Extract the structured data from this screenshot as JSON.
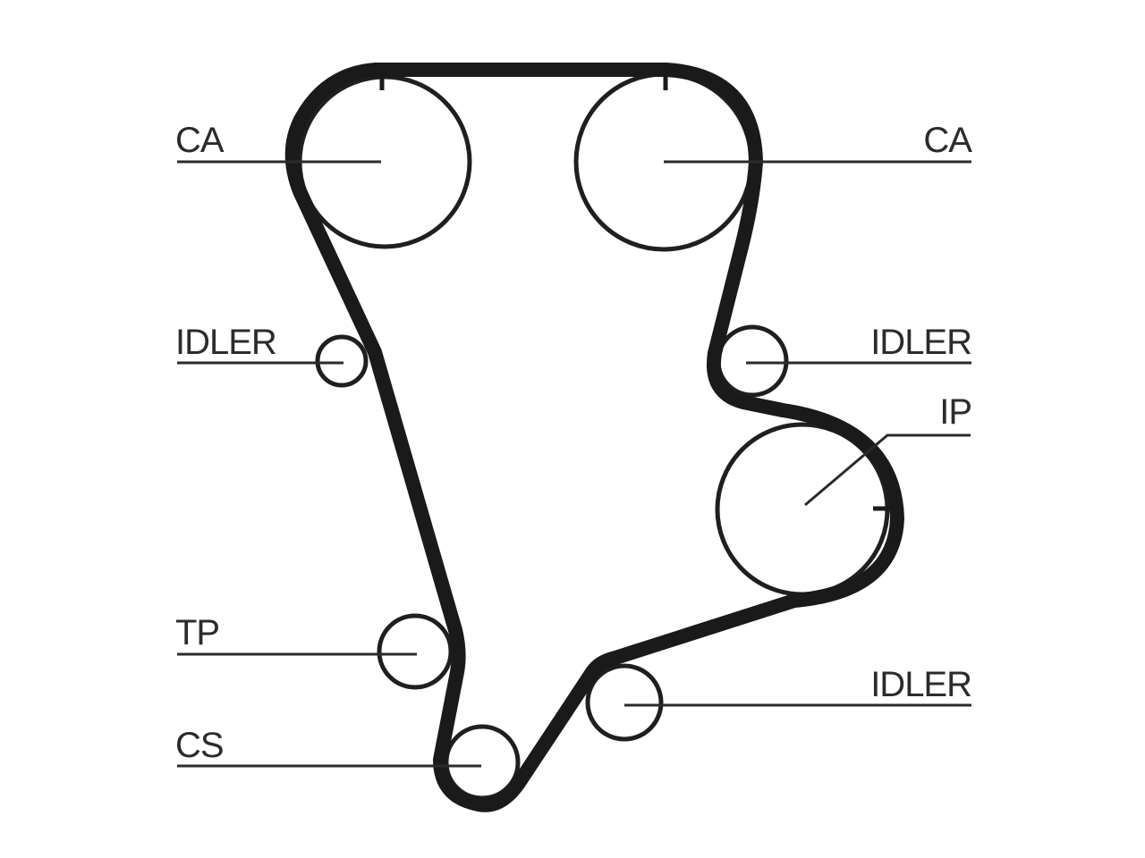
{
  "labels": {
    "ca_left": "CA",
    "ca_right": "CA",
    "idler_left": "IDLER",
    "idler_right": "IDLER",
    "ip": "IP",
    "tp": "TP",
    "idler_bottom": "IDLER",
    "cs": "CS"
  }
}
